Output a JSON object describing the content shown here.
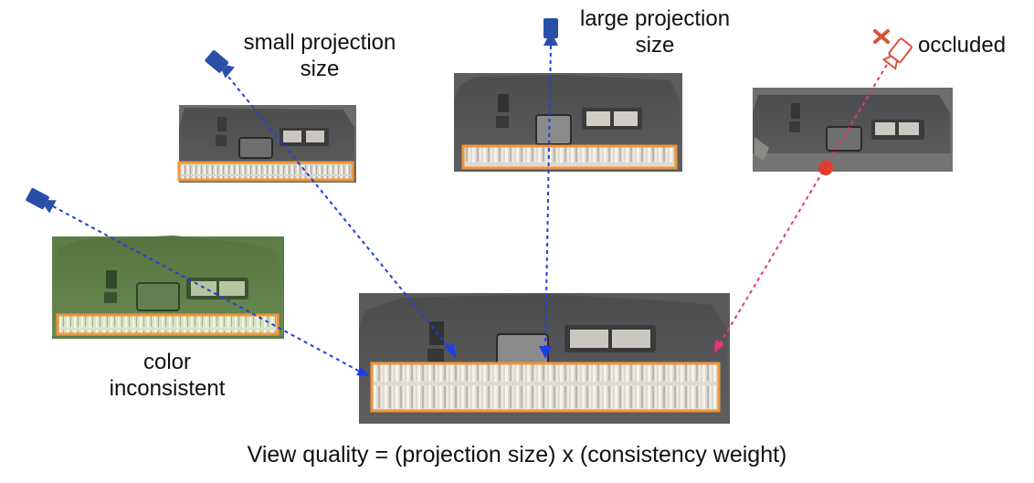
{
  "labels": {
    "small_projection_line1": "small projection",
    "small_projection_line2": "size",
    "large_projection_line1": "large projection",
    "large_projection_line2": "size",
    "occluded": "occluded",
    "color_line1": "color",
    "color_line2": "inconsistent"
  },
  "caption": "View quality = (projection size) x (consistency weight)",
  "colors": {
    "camera": "#2a4fa8",
    "camera_occluded": "#d9533a",
    "ray": "#1f3fe0",
    "ray_occluded": "#e8347a",
    "highlight_box": "#f0953a",
    "occlusion_point": "#e53b2c"
  },
  "icons": [
    "camera-icon",
    "camera-icon",
    "camera-icon",
    "camera-occluded-icon"
  ]
}
